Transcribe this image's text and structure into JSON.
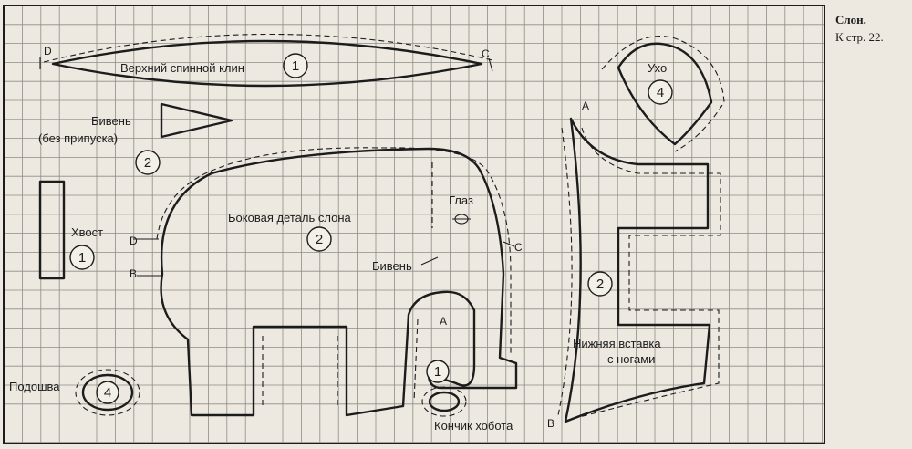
{
  "caption": {
    "title": "Слон.",
    "page_ref": "К стр. 22."
  },
  "pieces": {
    "top_wedge": {
      "label": "Верхний спинной клин",
      "count": "1"
    },
    "tusk": {
      "label_line1": "Бивень",
      "label_line2": "(без припуска)",
      "count": "2"
    },
    "tail": {
      "label": "Хвост",
      "count": "1"
    },
    "side": {
      "label": "Боковая деталь слона",
      "count": "2"
    },
    "eye": {
      "label": "Глаз"
    },
    "tusk_mark": {
      "label": "Бивень"
    },
    "sole": {
      "label": "Подошва",
      "count": "4"
    },
    "trunk_tip": {
      "label": "Кончик хобота",
      "count": "1"
    },
    "ear": {
      "label": "Ухо",
      "count": "4"
    },
    "lower_insert": {
      "label_line1": "Нижняя вставка",
      "label_line2": "с ногами",
      "count": "2"
    }
  },
  "points": {
    "a": "A",
    "b": "B",
    "c": "C",
    "d": "D"
  },
  "colors": {
    "paper": "#ede9e0",
    "ink": "#1c1c1c",
    "grid": "#8f8c86"
  }
}
